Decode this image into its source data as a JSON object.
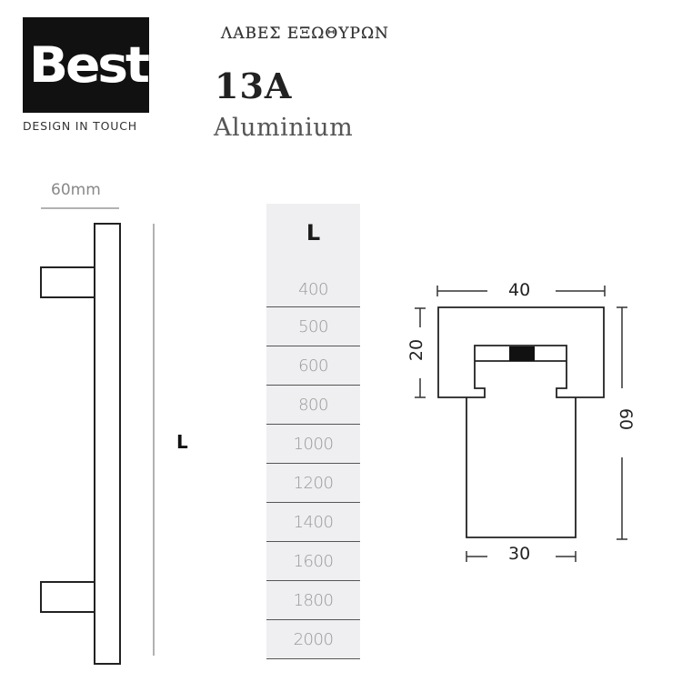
{
  "brand": {
    "logo_text": "Best",
    "tagline": "DESIGN IN TOUCH"
  },
  "header": {
    "category": "ΛΑΒΕΣ ΕΞΩΘΥΡΩΝ",
    "model_code": "13A",
    "material": "Aluminium"
  },
  "side_view": {
    "depth_label": "60mm",
    "length_label": "L"
  },
  "length_table": {
    "header": "L",
    "rows": [
      "400",
      "500",
      "600",
      "800",
      "1000",
      "1200",
      "1400",
      "1600",
      "1800",
      "2000"
    ]
  },
  "profile_section": {
    "width_top_label": "40",
    "width_bottom_label": "30",
    "height_top_label": "20",
    "height_total_label": "60"
  }
}
